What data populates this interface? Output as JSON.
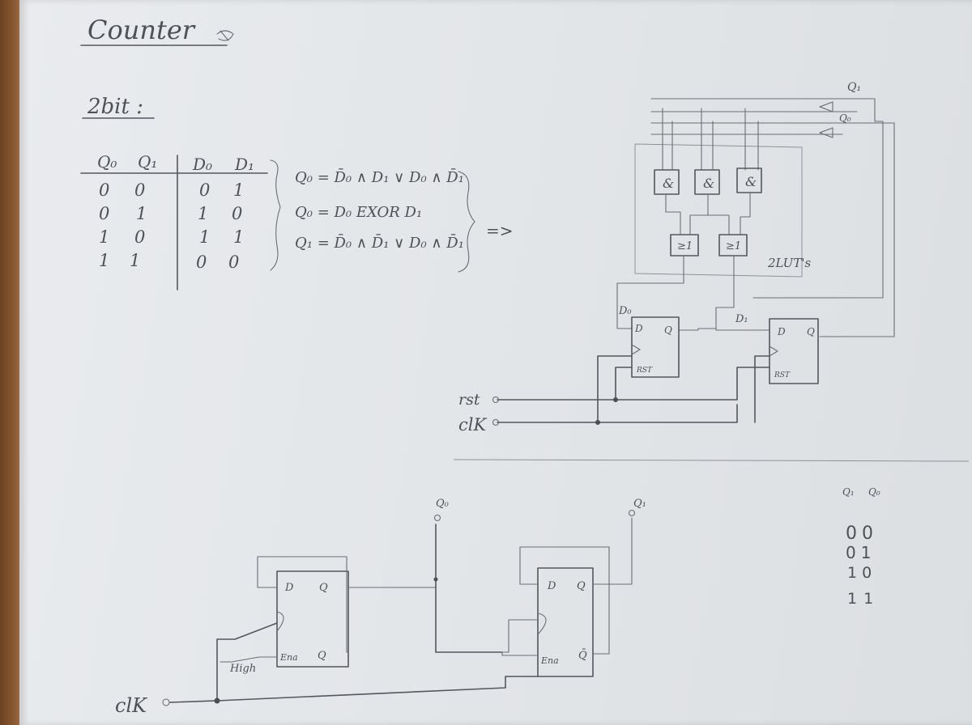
{
  "title": "Counter",
  "subtitle": "2bit :",
  "truth_table": {
    "headers": [
      "Q₀",
      "Q₁",
      "D₀",
      "D₁"
    ],
    "rows": [
      [
        "0",
        "0",
        "0",
        "1"
      ],
      [
        "0",
        "1",
        "1",
        "0"
      ],
      [
        "1",
        "0",
        "1",
        "1"
      ],
      [
        "1",
        "1",
        "0",
        "0"
      ]
    ]
  },
  "equations": [
    "Q₀ = D̄₀ ∧ D₁ ∨ D₀ ∧ D̄₁",
    "Q₀ = D₀ EXOR D₁",
    "Q₁ = D̄₀ ∧ D̄₁ ∨ D₀ ∧ D̄₁"
  ],
  "implies": "=>",
  "top_circuit": {
    "inputs": {
      "rst": "rst",
      "clk": "clK"
    },
    "outputs": [
      "Q₁",
      "Q₀"
    ],
    "and_gates": [
      "&",
      "&",
      "&"
    ],
    "or_gates": [
      "≥1",
      "≥1"
    ],
    "lut_label": "2LUT's",
    "flipflops": [
      {
        "input_label": "D₀",
        "d": "D",
        "q": "Q",
        "rst": "RST"
      },
      {
        "input_label": "D₁",
        "d": "D",
        "q": "Q",
        "rst": "RST"
      }
    ]
  },
  "bottom_circuit": {
    "clk_label": "clK",
    "high_label": "High",
    "outputs": [
      "Q₀",
      "Q₁"
    ],
    "flipflops": [
      {
        "d": "D",
        "q": "Q",
        "ena": "Ena",
        "qbar": "Q"
      },
      {
        "d": "D",
        "q": "Q",
        "ena": "Ena",
        "qbar": "Q̄"
      }
    ]
  },
  "sequence": {
    "headers": [
      "Q₁",
      "Q₀"
    ],
    "rows": [
      "00",
      "01",
      "10",
      "11"
    ]
  }
}
